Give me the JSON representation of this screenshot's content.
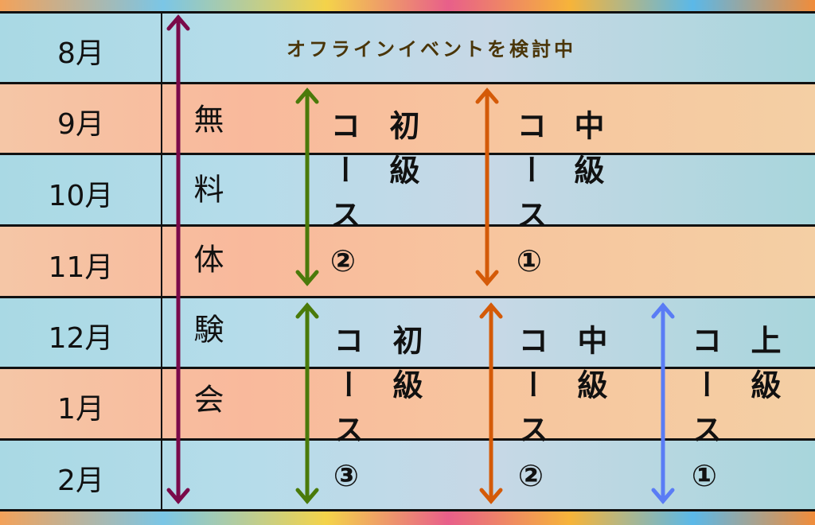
{
  "months": [
    "8月",
    "9月",
    "10月",
    "11月",
    "12月",
    "1月",
    "2月"
  ],
  "notice": "オフラインイベントを検討中",
  "free_trial": "無料体験会",
  "courses": [
    {
      "level": "初級",
      "course": "コース②",
      "color": "#4a7a0a"
    },
    {
      "level": "中級",
      "course": "コース①",
      "color": "#d45a08"
    },
    {
      "level": "初級",
      "course": "コース③",
      "color": "#4a7a0a"
    },
    {
      "level": "中級",
      "course": "コース②",
      "color": "#d45a08"
    },
    {
      "level": "上級",
      "course": "コース①",
      "color": "#5a7cf5"
    }
  ],
  "free_trial_color": "#7a0a4a"
}
